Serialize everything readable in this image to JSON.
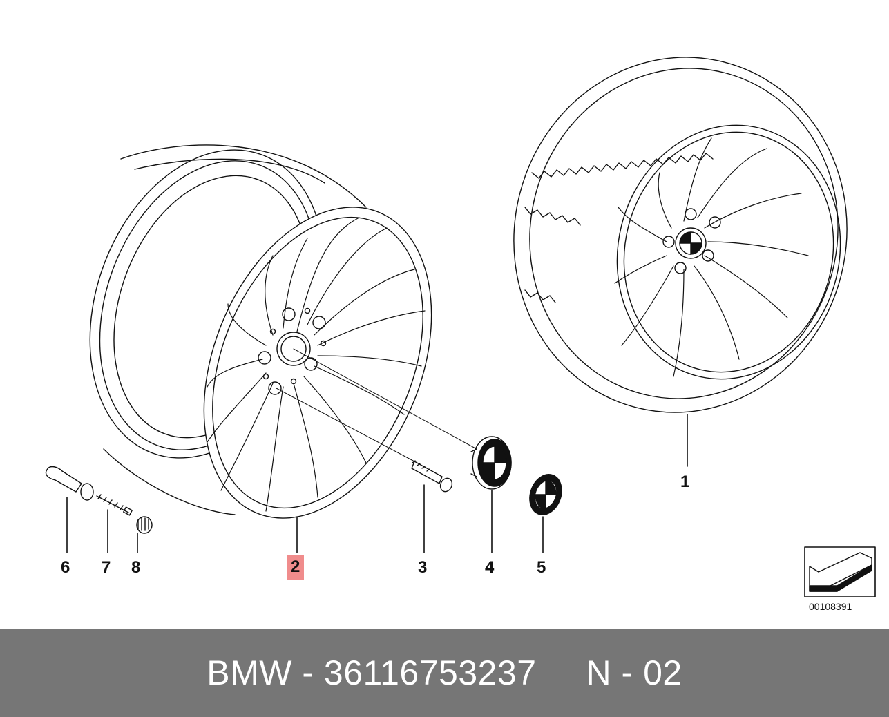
{
  "callouts": {
    "c1": "1",
    "c2": "2",
    "c3": "3",
    "c4": "4",
    "c5": "5",
    "c6": "6",
    "c7": "7",
    "c8": "8"
  },
  "highlight_color": "#f08c8c",
  "diagram_number": "00108391",
  "footer": {
    "text": "BMW - 36116753237     N - 02",
    "background": "#767676"
  },
  "icons": {
    "orientation": "arrow-box-icon",
    "logo": "bmw-roundel-icon"
  }
}
